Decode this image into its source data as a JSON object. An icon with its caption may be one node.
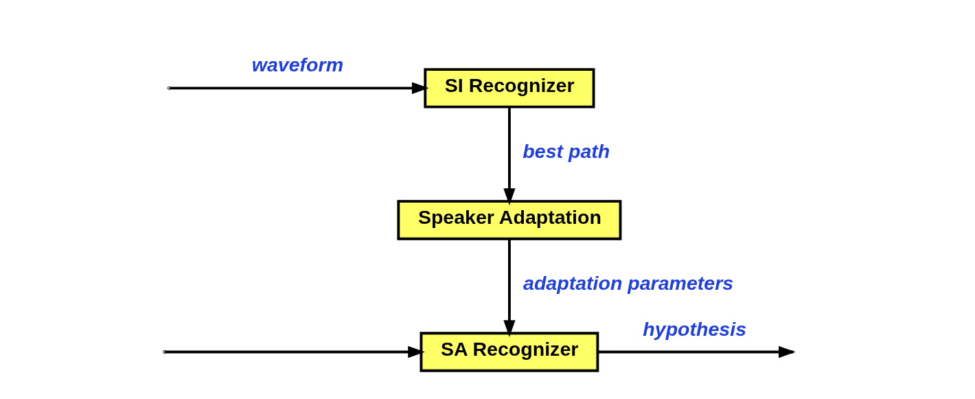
{
  "diagram": {
    "nodes": [
      {
        "text": [
          "SI Recognizer"
        ]
      },
      {
        "text": [
          "Speaker Adaptation"
        ]
      },
      {
        "text": [
          "SA Recognizer"
        ]
      }
    ],
    "edges": [
      {
        "from": null,
        "to": 0,
        "arrow": "to",
        "label": "waveform"
      },
      {
        "from": null,
        "to": 2,
        "arrow": "to"
      },
      {
        "from": 0,
        "to": 1,
        "arrow": "to",
        "label": "best path"
      },
      {
        "from": 1,
        "to": 2,
        "arrow": "to",
        "label": "adaptation parameters"
      },
      {
        "from": 2,
        "to": null,
        "arrow": "to",
        "label": "hypothesis"
      }
    ]
  }
}
